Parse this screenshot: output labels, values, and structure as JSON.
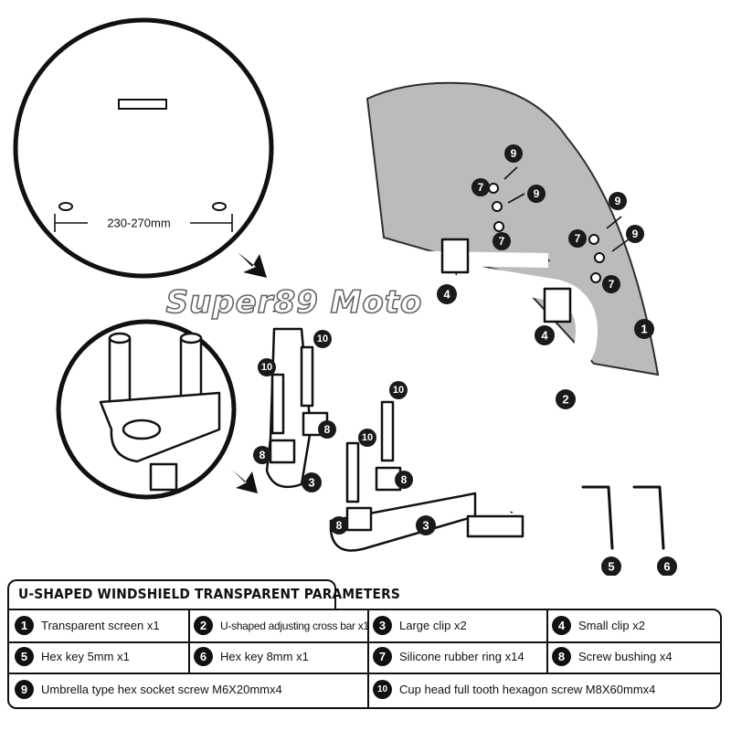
{
  "diagram": {
    "dimension_label": "230-270mm",
    "watermark": "Super89 Moto",
    "callouts": [
      {
        "n": "1"
      },
      {
        "n": "2"
      },
      {
        "n": "3"
      },
      {
        "n": "3"
      },
      {
        "n": "4"
      },
      {
        "n": "4"
      },
      {
        "n": "5"
      },
      {
        "n": "6"
      },
      {
        "n": "7"
      },
      {
        "n": "7"
      },
      {
        "n": "7"
      },
      {
        "n": "7"
      },
      {
        "n": "8"
      },
      {
        "n": "8"
      },
      {
        "n": "8"
      },
      {
        "n": "8"
      },
      {
        "n": "9"
      },
      {
        "n": "9"
      },
      {
        "n": "9"
      },
      {
        "n": "9"
      },
      {
        "n": "10"
      },
      {
        "n": "10"
      },
      {
        "n": "10"
      },
      {
        "n": "10"
      }
    ]
  },
  "params": {
    "title": "U-SHAPED WINDSHIELD TRANSPARENT PARAMETERS",
    "items": [
      {
        "n": "1",
        "label": "Transparent screen x1"
      },
      {
        "n": "2",
        "label": "U-shaped adjusting cross bar x1"
      },
      {
        "n": "3",
        "label": "Large clip  x2"
      },
      {
        "n": "4",
        "label": "Small clip  x2"
      },
      {
        "n": "5",
        "label": "Hex key 5mm x1"
      },
      {
        "n": "6",
        "label": "Hex key 8mm x1"
      },
      {
        "n": "7",
        "label": "Silicone rubber ring x14"
      },
      {
        "n": "8",
        "label": "Screw bushing x4"
      },
      {
        "n": "9",
        "label": "Umbrella type hex socket screw M6X20mmx4"
      },
      {
        "n": "10",
        "label": "Cup head full tooth hexagon screw M8X60mmx4"
      }
    ]
  }
}
